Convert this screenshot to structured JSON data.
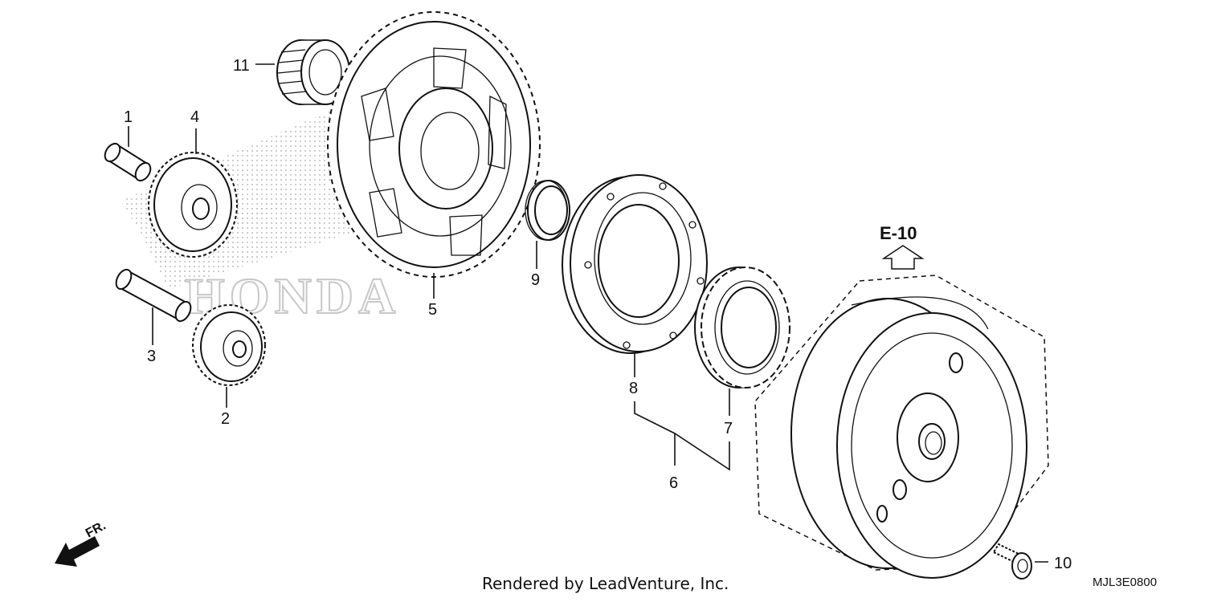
{
  "diagram": {
    "callouts": {
      "c1": "1",
      "c2": "2",
      "c3": "3",
      "c4": "4",
      "c5": "5",
      "c6": "6",
      "c7": "7",
      "c8": "8",
      "c9": "9",
      "c10": "10",
      "c11": "11"
    },
    "reference_label": "E-10",
    "direction_label": "FR.",
    "credit": "Rendered by LeadVenture, Inc.",
    "diagram_code": "MJL3E0800",
    "watermark": "HONDA"
  }
}
